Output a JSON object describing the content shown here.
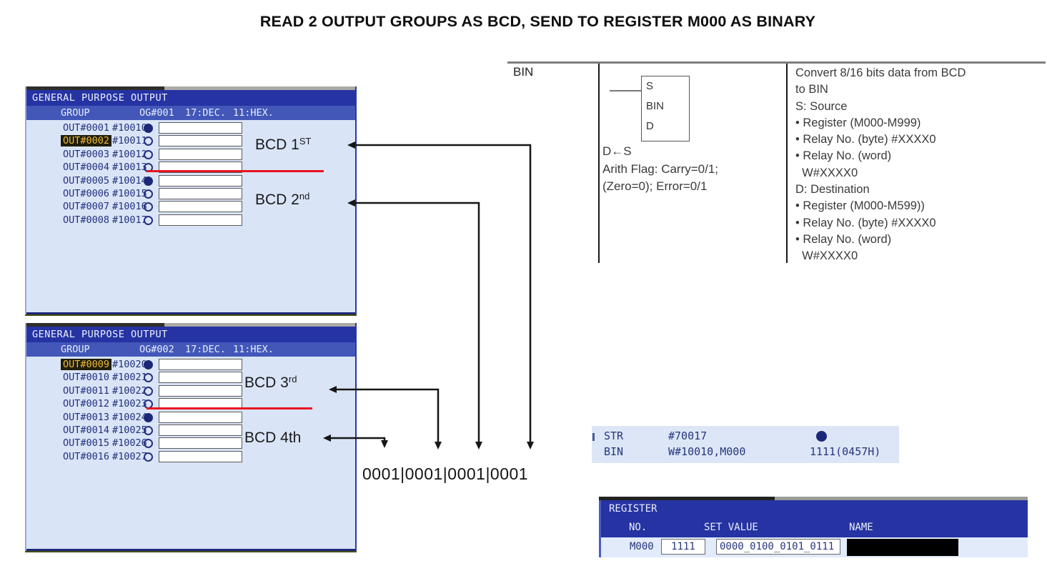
{
  "title": "READ 2 OUTPUT GROUPS AS BCD, SEND TO REGISTER M000 AS BINARY",
  "colors": {
    "title_bar_blue": "#2633A3",
    "sub_bar_blue": "#4257B8",
    "panel_body_blue": "#D9E4F7",
    "pendant_text_navy": "#24317E",
    "highlight_bg": "#201D08",
    "highlight_text": "#EDBB3B",
    "red_line": "#E8131F"
  },
  "panels": [
    {
      "title": "GENERAL PURPOSE OUTPUT",
      "group_label": "GROUP",
      "group_no": "OG#001",
      "dec_label": "17:DEC.",
      "hex_label": "11:HEX.",
      "rows": [
        {
          "name": "OUT#0001",
          "relay": "#10010",
          "on": true,
          "selected": false
        },
        {
          "name": "OUT#0002",
          "relay": "#10011",
          "on": false,
          "selected": true
        },
        {
          "name": "OUT#0003",
          "relay": "#10012",
          "on": false,
          "selected": false
        },
        {
          "name": "OUT#0004",
          "relay": "#10013",
          "on": false,
          "selected": false
        },
        {
          "name": "OUT#0005",
          "relay": "#10014",
          "on": true,
          "selected": false
        },
        {
          "name": "OUT#0006",
          "relay": "#10015",
          "on": false,
          "selected": false
        },
        {
          "name": "OUT#0007",
          "relay": "#10016",
          "on": false,
          "selected": false
        },
        {
          "name": "OUT#0008",
          "relay": "#10017",
          "on": false,
          "selected": false
        }
      ]
    },
    {
      "title": "GENERAL PURPOSE OUTPUT",
      "group_label": "GROUP",
      "group_no": "OG#002",
      "dec_label": "17:DEC.",
      "hex_label": "11:HEX.",
      "rows": [
        {
          "name": "OUT#0009",
          "relay": "#10020",
          "on": true,
          "selected": true
        },
        {
          "name": "OUT#0010",
          "relay": "#10021",
          "on": false,
          "selected": false
        },
        {
          "name": "OUT#0011",
          "relay": "#10022",
          "on": false,
          "selected": false
        },
        {
          "name": "OUT#0012",
          "relay": "#10023",
          "on": false,
          "selected": false
        },
        {
          "name": "OUT#0013",
          "relay": "#10024",
          "on": true,
          "selected": false
        },
        {
          "name": "OUT#0014",
          "relay": "#10025",
          "on": false,
          "selected": false
        },
        {
          "name": "OUT#0015",
          "relay": "#10026",
          "on": false,
          "selected": false
        },
        {
          "name": "OUT#0016",
          "relay": "#10027",
          "on": false,
          "selected": false
        }
      ]
    }
  ],
  "bcd_labels": [
    {
      "text": "BCD 1",
      "sup": "ST"
    },
    {
      "text": "BCD 2",
      "sup": "nd"
    },
    {
      "text": "BCD 3",
      "sup": "rd"
    },
    {
      "text": "BCD 4th",
      "sup": ""
    }
  ],
  "binary_string": "0001|0001|0001|0001",
  "instruction": {
    "name": "BIN",
    "block": {
      "s": "S",
      "name": "BIN",
      "d": "D"
    },
    "operation": "D←S",
    "flags_line1": "Arith Flag: Carry=0/1;",
    "flags_line2": "(Zero=0); Error=0/1",
    "description": [
      "Convert 8/16 bits data from BCD",
      "to BIN",
      "S: Source",
      "• Register (M000-M999)",
      "• Relay No. (byte) #XXXX0",
      "• Relay No. (word)",
      "  W#XXXX0",
      "D: Destination",
      "• Register (M000-M599))",
      "• Relay No. (byte) #XXXX0",
      "• Relay No. (word)",
      "  W#XXXX0"
    ]
  },
  "program": {
    "lines": [
      {
        "op": "STR",
        "operand": "#70017",
        "result": "",
        "status_on": true
      },
      {
        "op": "BIN",
        "operand": "W#10010,M000",
        "result": "1111(0457H)",
        "status_on": false
      }
    ]
  },
  "register_panel": {
    "title": "REGISTER",
    "col_no": "NO.",
    "col_set_value": "SET VALUE",
    "col_name": "NAME",
    "row": {
      "no": "M000",
      "value_dec": "1111",
      "value_bin": "0000_0100_0101_0111",
      "name": ""
    }
  }
}
